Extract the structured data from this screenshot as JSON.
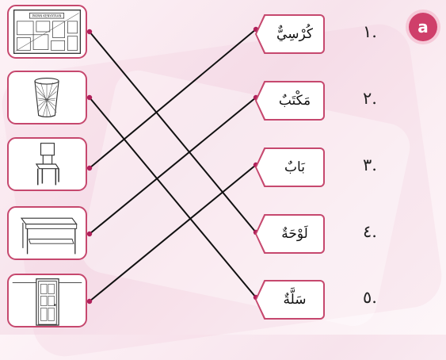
{
  "badge": "a",
  "items": [
    {
      "number": ".١",
      "word": "كُرْسِيٌّ"
    },
    {
      "number": ".٢",
      "word": "مَكْتَبٌ"
    },
    {
      "number": ".٣",
      "word": "بَابٌ"
    },
    {
      "number": ".٤",
      "word": "لَوْحَةٌ"
    },
    {
      "number": ".٥",
      "word": "سَلَّةٌ"
    }
  ],
  "pictures": [
    {
      "icon": "notice-board-icon",
      "caption": "PAPAN KENYATAAN"
    },
    {
      "icon": "wastebasket-icon"
    },
    {
      "icon": "chair-icon"
    },
    {
      "icon": "desk-icon"
    },
    {
      "icon": "door-icon"
    }
  ],
  "matches": [
    {
      "picture": 1,
      "word": 4
    },
    {
      "picture": 2,
      "word": 5
    },
    {
      "picture": 3,
      "word": 1
    },
    {
      "picture": 4,
      "word": 2
    },
    {
      "picture": 5,
      "word": 3
    }
  ],
  "colors": {
    "accent": "#c6486e",
    "badge": "#cf3f6a",
    "line": "#111111",
    "dot": "#b0205a"
  }
}
